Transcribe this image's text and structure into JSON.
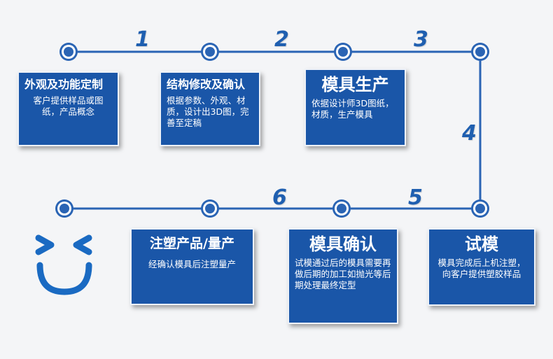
{
  "colors": {
    "line": "#2a64b4",
    "node_fill": "#2a64b4",
    "node_ring": "#ffffff",
    "card_bg": "#1a56a8",
    "step_number": "#1f5fb0",
    "face": "#1a6ac2"
  },
  "step_numbers": [
    "1",
    "2",
    "3",
    "4",
    "5",
    "6"
  ],
  "steps": [
    {
      "title": "外观及功能定制",
      "desc": "客户提供样品或图纸，产品概念"
    },
    {
      "title": "结构修改及确认",
      "desc": "根据参数、外观、材质，设计出3D图，完善至定稿"
    },
    {
      "title": "模具生产",
      "desc": "依据设计师3D图纸，材质，生产模具"
    },
    {
      "title": "试模",
      "desc": "模具完成后上机注塑，向客户提供塑胶样品"
    },
    {
      "title": "模具确认",
      "desc": "试模通过后的模具需要再做后期的加工如抛光等后期处理最终定型"
    },
    {
      "title": "注塑产品/量产",
      "desc": "经确认模具后注塑量产"
    }
  ],
  "end_icon": "smiley-face-icon"
}
